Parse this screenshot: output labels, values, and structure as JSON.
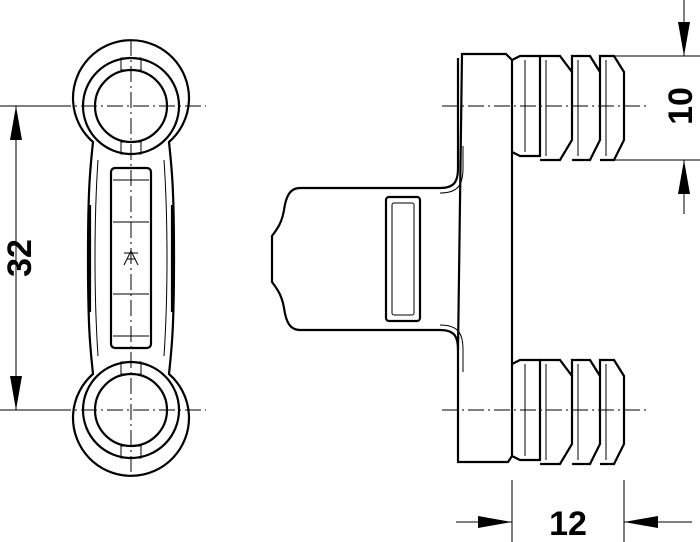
{
  "dimensions": {
    "height_between_holes": "32",
    "dowel_diameter": "10",
    "dowel_length": "12"
  },
  "icons": {
    "logo": "hafele-logo-icon"
  }
}
